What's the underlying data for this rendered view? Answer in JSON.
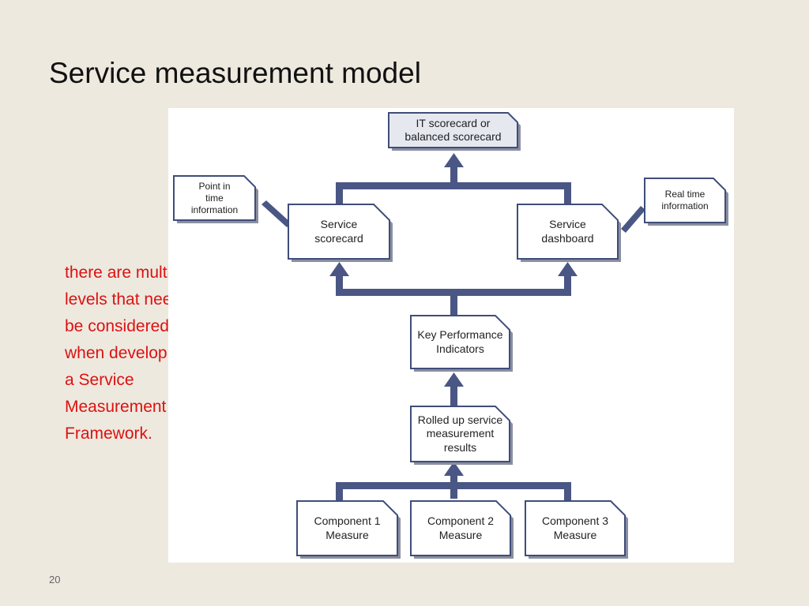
{
  "slide": {
    "title": "Service measurement model",
    "note": "there are multiple levels that need to be considered when developing a Service Measurement Framework.",
    "page_number": "20"
  },
  "diagram": {
    "boxes": {
      "it_scorecard": "IT scorecard or\nbalanced scorecard",
      "point_in_time": "Point in\ntime\ninformation",
      "service_scorecard": "Service\nscorecard",
      "service_dashboard": "Service\ndashboard",
      "real_time": "Real time\ninformation",
      "kpi": "Key Performance\nIndicators",
      "rolled_up": "Rolled up service\nmeasurement\nresults",
      "component_1": "Component 1\nMeasure",
      "component_2": "Component 2\nMeasure",
      "component_3": "Component 3\nMeasure"
    },
    "colors": {
      "box_border": "#3f4d7a",
      "box_shadow": "#8a8fa0",
      "connector": "#4a5684",
      "title_box_fill": "#e6e8f0",
      "note_text": "#dd1111"
    }
  }
}
